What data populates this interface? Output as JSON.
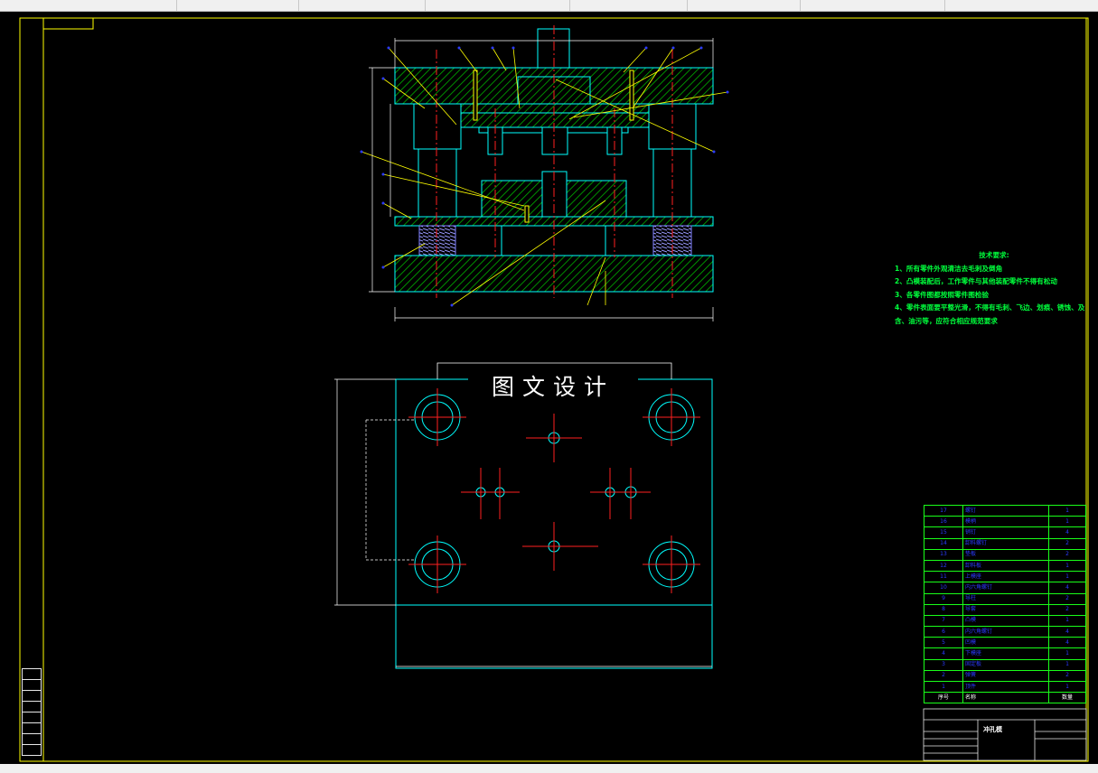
{
  "watermark": "图文设计",
  "notes": {
    "title": "技术要求:",
    "lines": [
      "1、所有零件外观清洁去毛刺及倒角",
      "2、凸模装配后，工作零件与其他装配零件不得有松动",
      "3、各零件图都按照零件图检验",
      "4、零件表面要平整光滑，不得有毛刺、飞边、划痕、锈蚀、及",
      "含、油污等，应符合相应规范要求"
    ]
  },
  "bom": {
    "rows": [
      {
        "no": "17",
        "name": "螺钉",
        "qty": "1"
      },
      {
        "no": "16",
        "name": "模柄",
        "qty": "1"
      },
      {
        "no": "15",
        "name": "销钉",
        "qty": "4"
      },
      {
        "no": "14",
        "name": "卸料螺钉",
        "qty": "2"
      },
      {
        "no": "13",
        "name": "垫板",
        "qty": "2"
      },
      {
        "no": "12",
        "name": "卸料板",
        "qty": "1"
      },
      {
        "no": "11",
        "name": "上模座",
        "qty": "1"
      },
      {
        "no": "10",
        "name": "内六角螺钉",
        "qty": "4"
      },
      {
        "no": "9",
        "name": "导柱",
        "qty": "2"
      },
      {
        "no": "8",
        "name": "导套",
        "qty": "2"
      },
      {
        "no": "7",
        "name": "凸模",
        "qty": "1"
      },
      {
        "no": "6",
        "name": "内六角螺钉",
        "qty": "4"
      },
      {
        "no": "5",
        "name": "凹模",
        "qty": "4"
      },
      {
        "no": "4",
        "name": "下模座",
        "qty": "1"
      },
      {
        "no": "3",
        "name": "固定板",
        "qty": "1"
      },
      {
        "no": "2",
        "name": "弹簧",
        "qty": "2"
      },
      {
        "no": "1",
        "name": "顶件",
        "qty": "1"
      }
    ],
    "header": {
      "no": "序号",
      "name": "名称",
      "qty": "数量"
    }
  },
  "title_block": {
    "name": "冲孔模"
  },
  "left_strip": [
    "",
    "",
    "",
    "",
    "",
    "",
    "",
    ""
  ],
  "colors": {
    "outline": "#00ffff",
    "hatch": "#00cc00",
    "center": "#ff2020",
    "leader": "#ffff00",
    "label": "#2b3bff",
    "spring": "#8080ff",
    "frame": "#ffff00",
    "dim": "#ffffff"
  }
}
